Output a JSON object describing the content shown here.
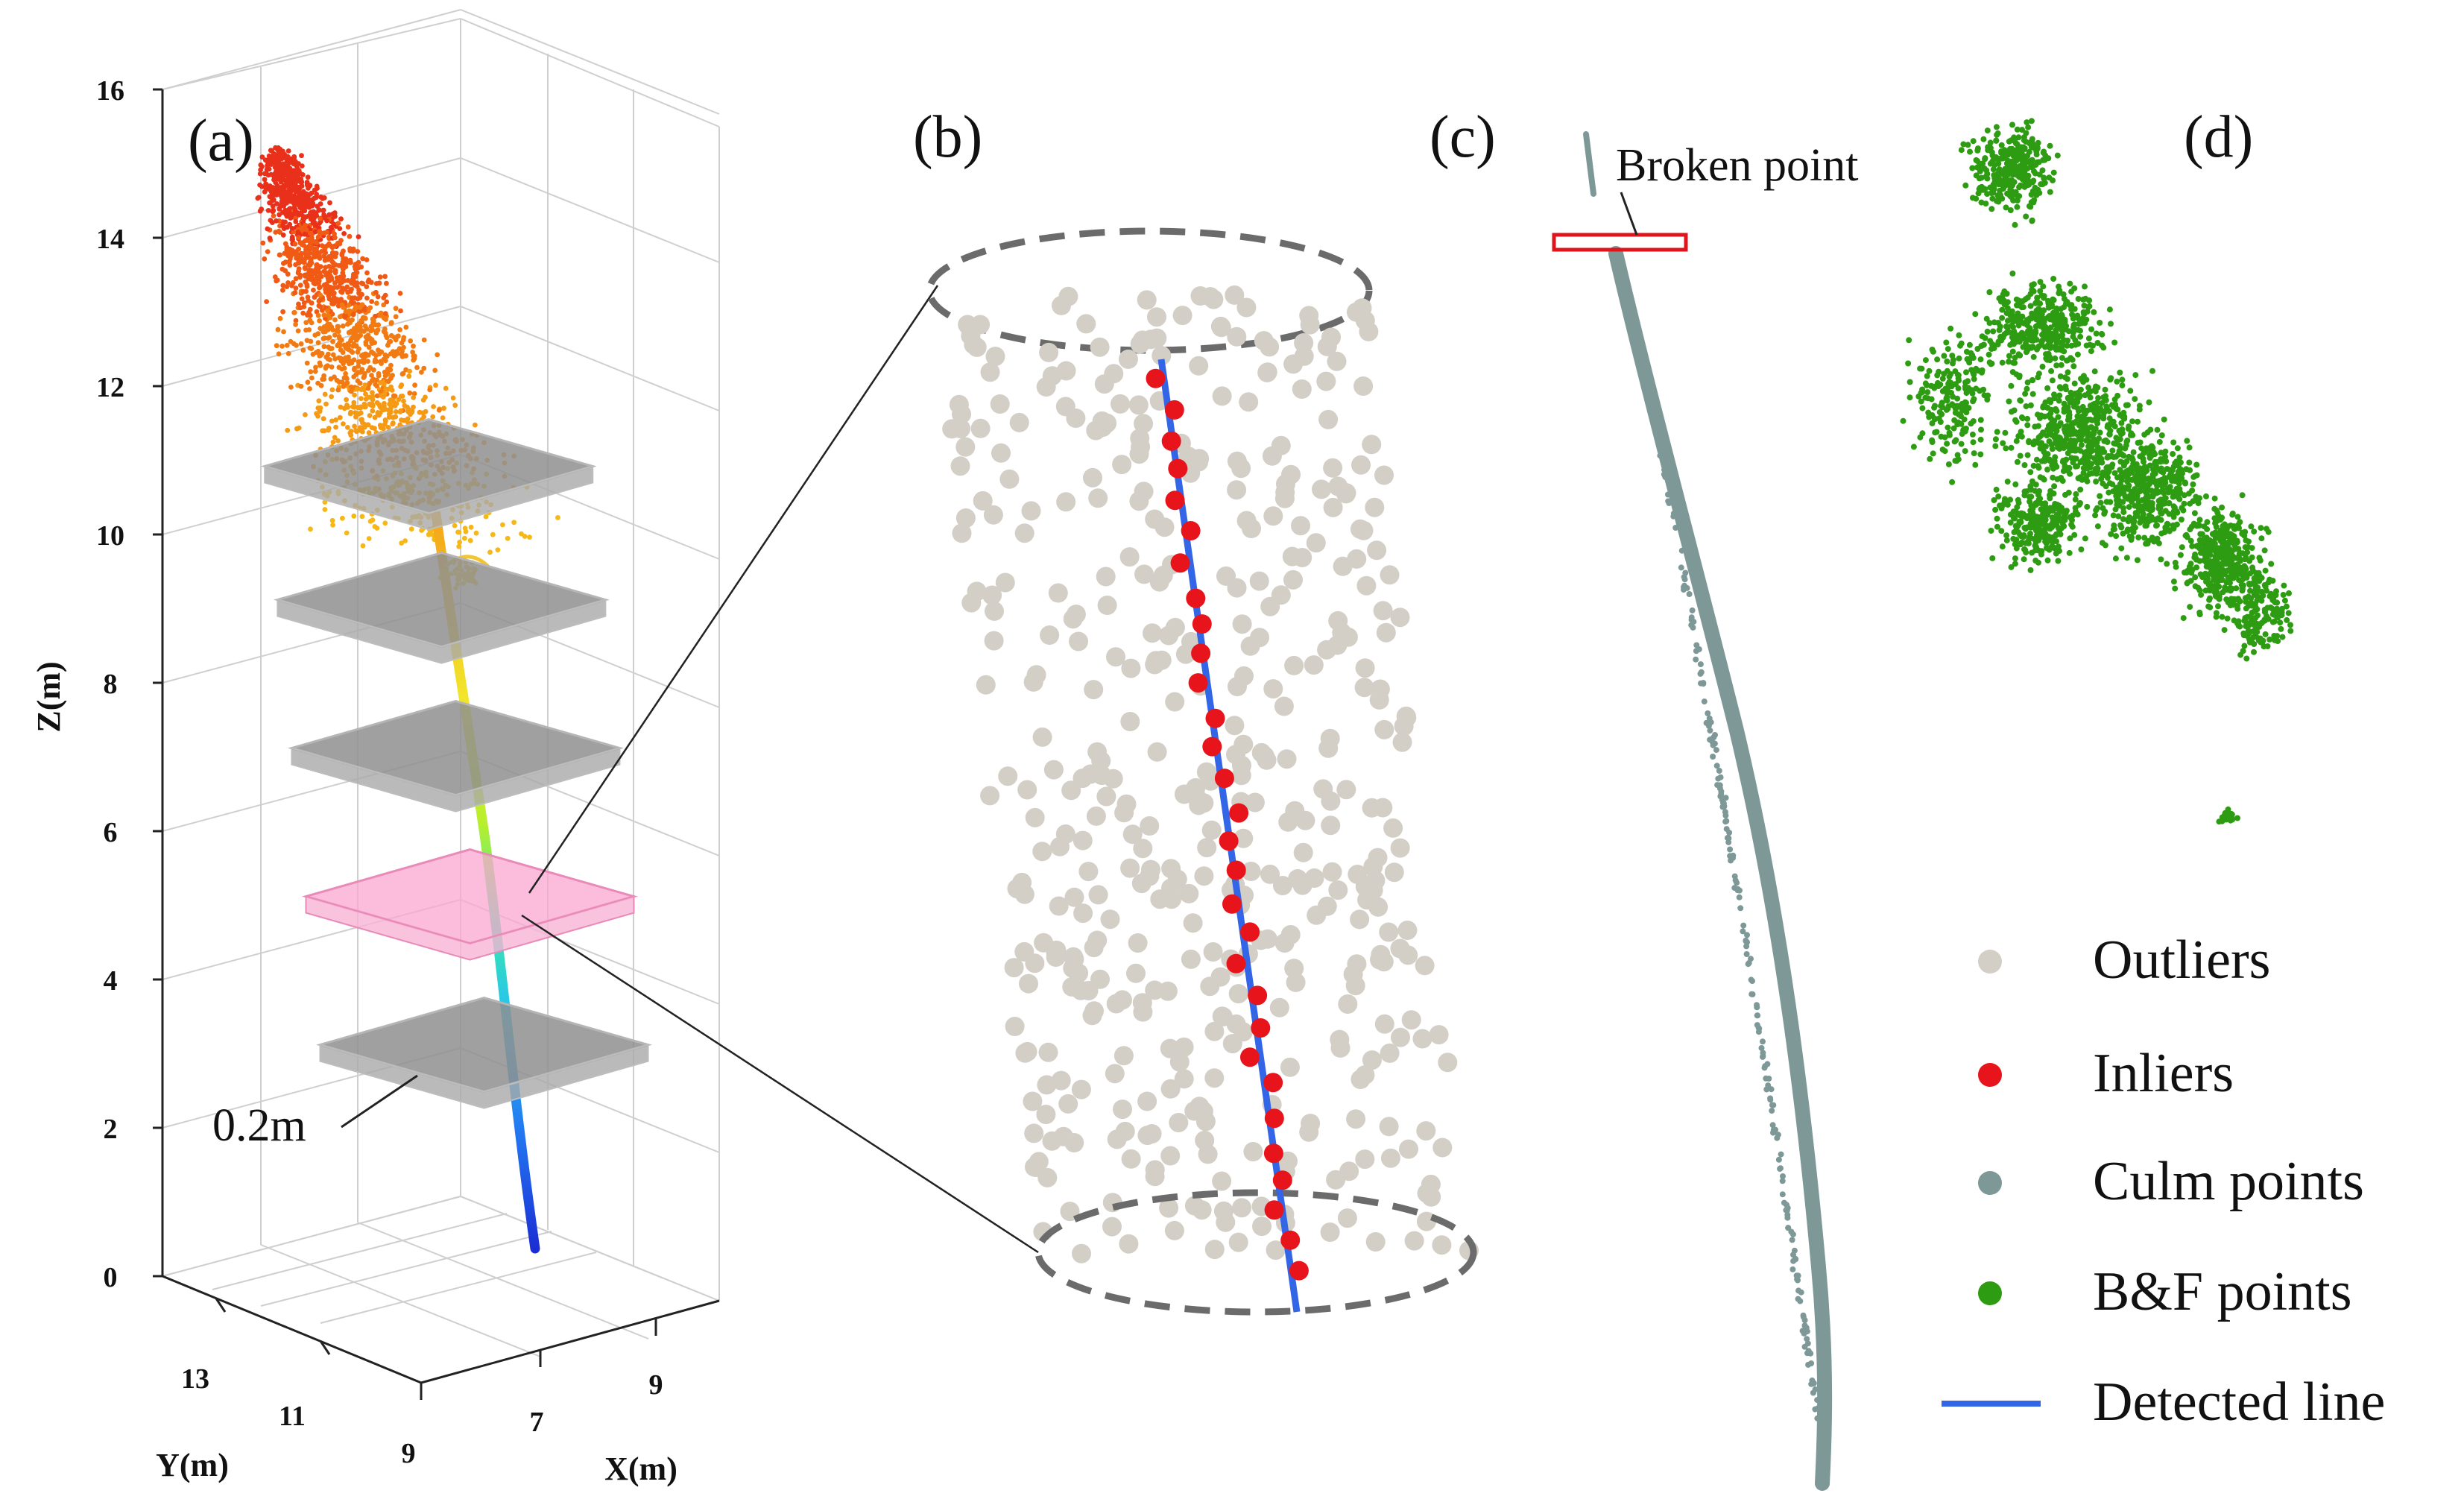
{
  "panels": {
    "a": "(a)",
    "b": "(b)",
    "c": "(c)",
    "d": "(d)"
  },
  "panel_a": {
    "z_axis_label": "Z(m)",
    "y_axis_label": "Y(m)",
    "x_axis_label": "X(m)",
    "z_ticks": [
      "16",
      "14",
      "12",
      "10",
      "8",
      "6",
      "4",
      "2",
      "0"
    ],
    "y_ticks": [
      "13",
      "11",
      "9"
    ],
    "x_ticks": [
      "7",
      "9"
    ],
    "slab_thickness_label": "0.2m",
    "z_range": [
      0,
      16
    ],
    "slab_heights_m": [
      11.0,
      9.2,
      7.2,
      5.2,
      3.2
    ],
    "highlighted_slab_index": 3,
    "colormap": "jet (height)"
  },
  "panel_c": {
    "broken_point_label": "Broken point"
  },
  "legend": {
    "items": [
      {
        "label": "Outliers",
        "color": "#d3cec6",
        "marker": "dot"
      },
      {
        "label": "Inliers",
        "color": "#e8141b",
        "marker": "dot"
      },
      {
        "label": "Culm points",
        "color": "#7e9898",
        "marker": "dot"
      },
      {
        "label": "B&F points",
        "color": "#2e9c12",
        "marker": "dot"
      },
      {
        "label": "Detected line",
        "color": "#3366e6",
        "marker": "line"
      }
    ]
  },
  "colors": {
    "outliers": "#d3cec6",
    "inliers": "#e8141b",
    "culm": "#7e9898",
    "bf": "#2e9c12",
    "detected_line": "#3366e6",
    "slab_gray": "#8f8f8f",
    "slab_highlight": "#f9a7cf",
    "broken_box": "#e0141b"
  }
}
